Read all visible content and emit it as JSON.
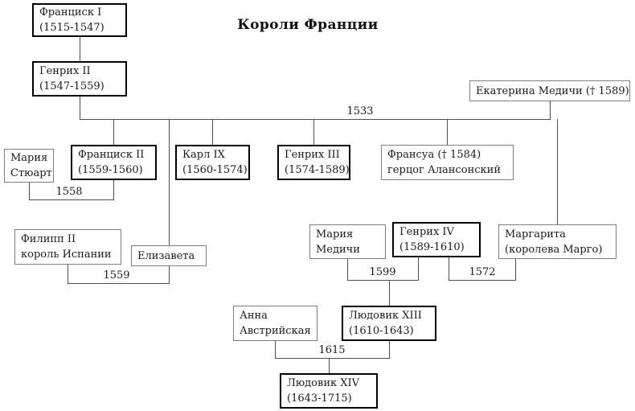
{
  "title": "Короли Франции",
  "people": {
    "francis1": {
      "line1": "Франциск I",
      "line2": "(1515-1547)"
    },
    "henry2": {
      "line1": "Генрих II",
      "line2": "(1547-1559)"
    },
    "catherine": {
      "line1": "Екатерина Медичи († 1589)"
    },
    "mary_stuart": {
      "line1": "Мария",
      "line2": "Стюарт"
    },
    "francis2": {
      "line1": "Франциск II",
      "line2": "(1559-1560)"
    },
    "charles9": {
      "line1": "Карл IX",
      "line2": "(1560-1574)"
    },
    "henry3": {
      "line1": "Генрих III",
      "line2": "(1574-1589)"
    },
    "francois_alencon": {
      "line1": "Франсуа († 1584)",
      "line2": "герцог Алансонский"
    },
    "philip2": {
      "line1": "Филипп II",
      "line2": "король Испании"
    },
    "elizabeth": {
      "line1": "Елизавета"
    },
    "marie_medici": {
      "line1": "Мария",
      "line2": "Медичи"
    },
    "henry4": {
      "line1": "Генрих IV",
      "line2": "(1589-1610)"
    },
    "margaret": {
      "line1": "Маргарита",
      "line2": "(королева Марго)"
    },
    "anne_austria": {
      "line1": "Анна",
      "line2": "Австрийская"
    },
    "louis13": {
      "line1": "Людовик XIII",
      "line2": "(1610-1643)"
    },
    "louis14": {
      "line1": "Людовик XIV",
      "line2": "(1643-1715)"
    }
  },
  "marriage_years": {
    "henry2_catherine": "1533",
    "francis2_mary": "1558",
    "philip2_elizabeth": "1559",
    "henry4_marie": "1599",
    "henry4_margaret": "1572",
    "louis13_anne": "1615"
  }
}
